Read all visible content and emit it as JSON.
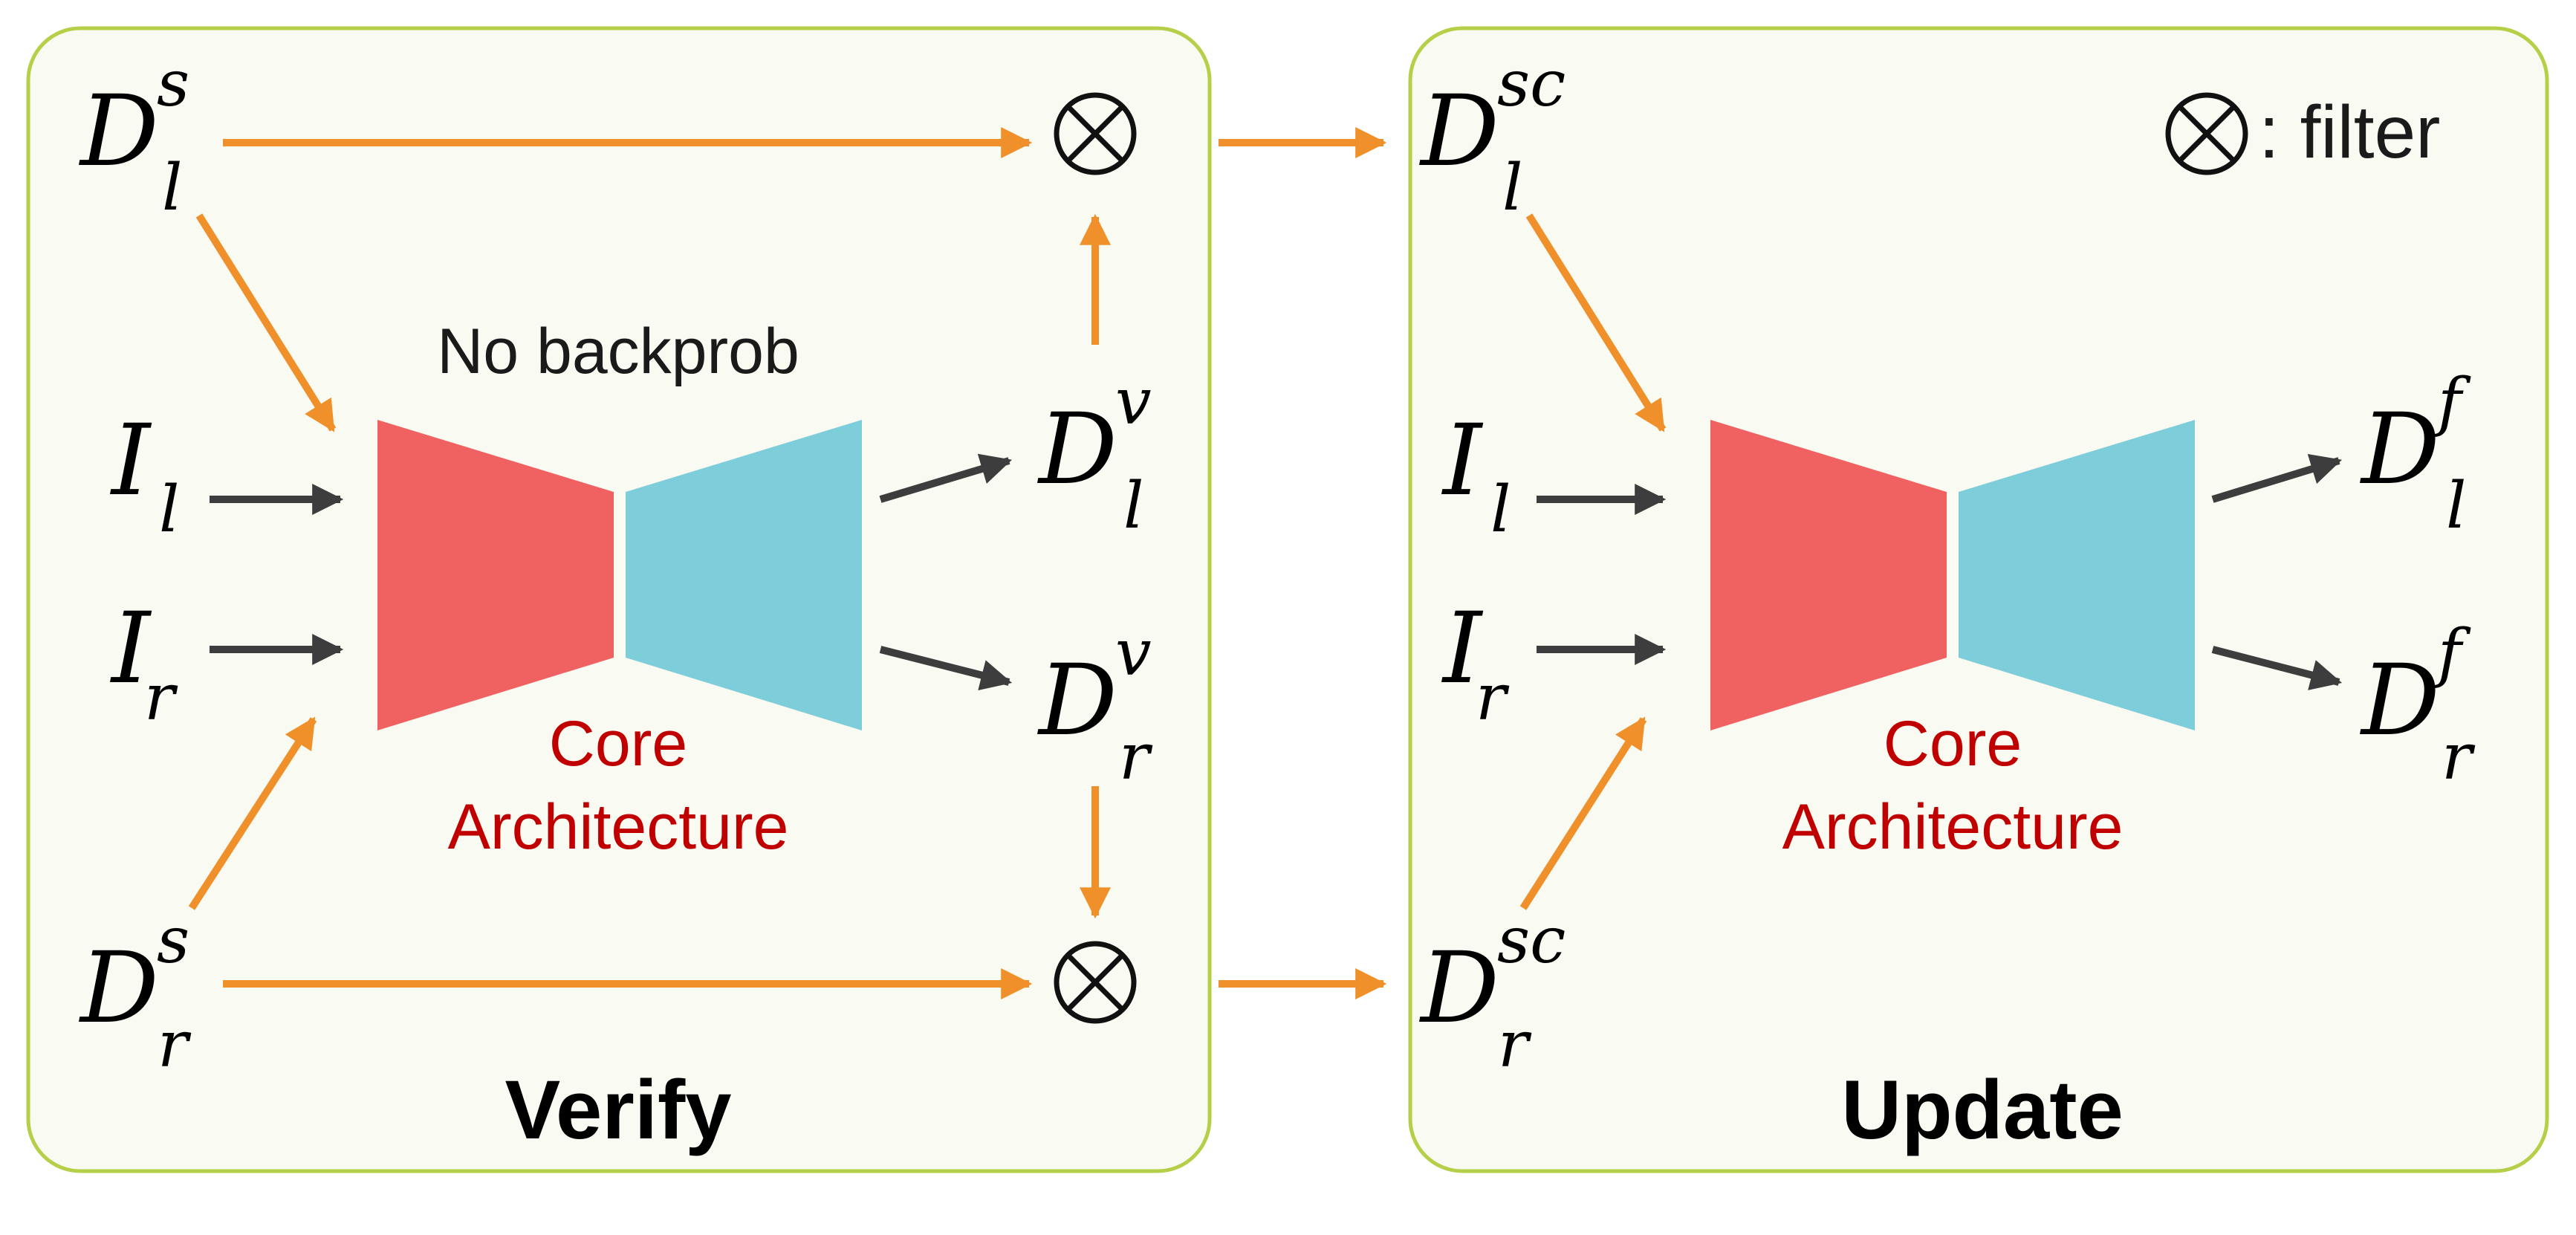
{
  "colors": {
    "panel_fill": "#f9faf1",
    "panel_border": "#b5d048",
    "orange": "#f0902a",
    "dark_arrow": "#3d3d3d",
    "encoder": "#f06262",
    "decoder": "#7ecdda",
    "core_text": "#c00000",
    "text": "#1a1a1a"
  },
  "panels": {
    "verify": {
      "title": "Verify",
      "note": "No backprob",
      "core_label_line1": "Core",
      "core_label_line2": "Architecture",
      "inputs": {
        "depth_left": {
          "base": "D",
          "sup": "s",
          "sub": "l"
        },
        "image_left": {
          "base": "I",
          "sub": "l"
        },
        "image_right": {
          "base": "I",
          "sub": "r"
        },
        "depth_right": {
          "base": "D",
          "sup": "s",
          "sub": "r"
        }
      },
      "outputs": {
        "left": {
          "base": "D",
          "sup": "v",
          "sub": "l"
        },
        "right": {
          "base": "D",
          "sup": "v",
          "sub": "r"
        }
      },
      "filter_symbol": "⊗"
    },
    "update": {
      "title": "Update",
      "core_label_line1": "Core",
      "core_label_line2": "Architecture",
      "inputs": {
        "depth_left": {
          "base": "D",
          "sup": "sc",
          "sub": "l"
        },
        "image_left": {
          "base": "I",
          "sub": "l"
        },
        "image_right": {
          "base": "I",
          "sub": "r"
        },
        "depth_right": {
          "base": "D",
          "sup": "sc",
          "sub": "r"
        }
      },
      "outputs": {
        "left": {
          "base": "D",
          "sup": "f",
          "sub": "l"
        },
        "right": {
          "base": "D",
          "sup": "f",
          "sub": "r"
        }
      },
      "legend": {
        "symbol": "⊗",
        "text": ": filter"
      }
    }
  }
}
